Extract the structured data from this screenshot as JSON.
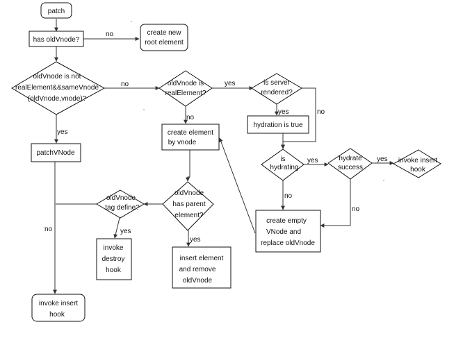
{
  "nodes": {
    "patch": "patch",
    "has_old": "has oldVnode?",
    "create_root": [
      "create new",
      "root element"
    ],
    "not_real": [
      "oldVnode is not",
      "realElement&&sameVnode",
      "(oldVnode,vnode)?"
    ],
    "is_real": [
      "oldVnode is",
      "realElement?"
    ],
    "server": [
      "is server",
      "rendered?"
    ],
    "hydration_true": "hydration is true",
    "create_el": [
      "create element",
      "by vnode"
    ],
    "patch_vnode": "patchVNode",
    "is_hydrating": [
      "is",
      "hydrating"
    ],
    "hydrate_success": [
      "hydrate",
      "success"
    ],
    "invoke_insert_hook_right": [
      "invoke insert",
      "hook"
    ],
    "tag_define": [
      "oldVnode",
      "tag define?"
    ],
    "has_parent": [
      "oldVnode",
      "has parent",
      "element?"
    ],
    "create_empty": [
      "create empty",
      "VNode and",
      "replace oldVnode"
    ],
    "destroy_hook": [
      "invoke",
      "destroy",
      "hook"
    ],
    "insert_remove": [
      "insert element",
      "and remove",
      "oldVnode"
    ],
    "invoke_insert_hook_bottom": [
      "invoke insert",
      "hook"
    ]
  },
  "edges": {
    "no": "no",
    "yes": "yes"
  }
}
